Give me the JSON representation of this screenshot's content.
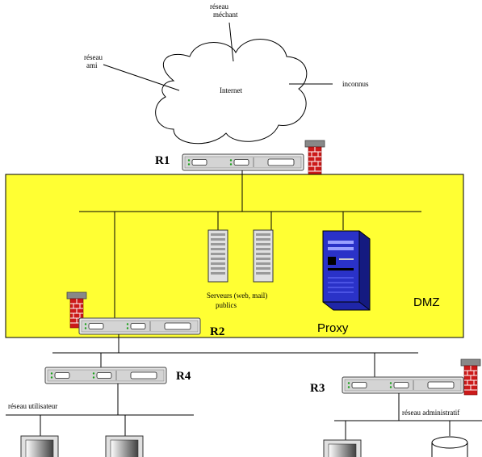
{
  "cloud": {
    "center_label": "Internet",
    "label_mechant": [
      "réseau",
      "méchant"
    ],
    "label_ami": [
      "réseau",
      "ami"
    ],
    "label_inconnus": "inconnus"
  },
  "routers": {
    "r1": "R1",
    "r2": "R2",
    "r3": "R3",
    "r4": "R4"
  },
  "dmz": {
    "label": "DMZ",
    "fill_color": "#ffff33"
  },
  "servers": {
    "label_line1": "Serveurs (web, mail)",
    "label_line2": "publics"
  },
  "proxy": {
    "label": "Proxy",
    "color": "#2a32c8"
  },
  "networks": {
    "user": "réseau utilisateur",
    "admin": "réseau administratif"
  },
  "colors": {
    "firewall_brick": "#cc1a1a",
    "line": "#000000"
  }
}
